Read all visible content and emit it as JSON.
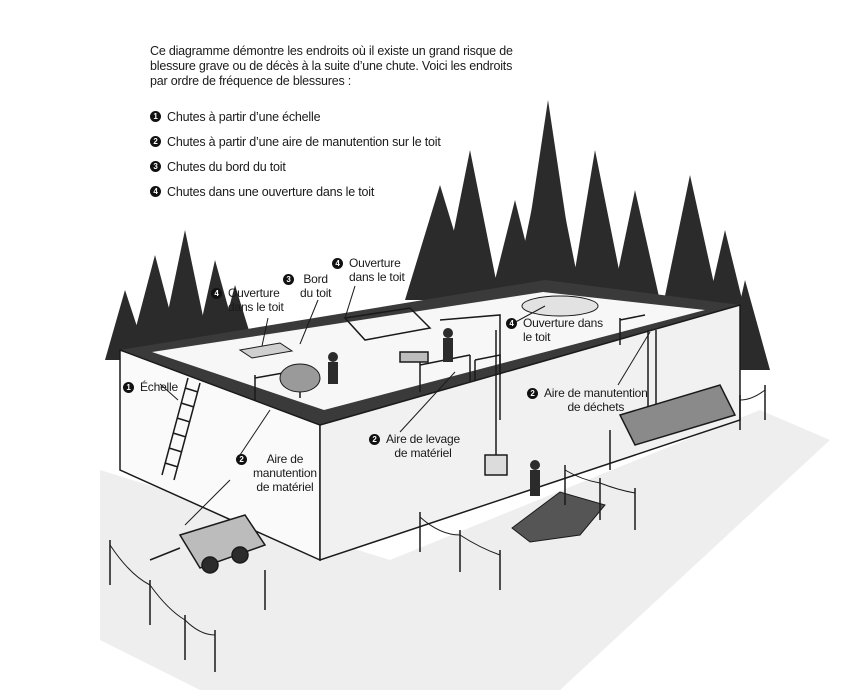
{
  "intro": "Ce diagramme démontre les endroits où il existe un grand risque de blessure grave ou de décès à la suite d’une chute. Voici les endroits par ordre de fréquence de blessures :",
  "legend": [
    {
      "num": "1",
      "label": "Chutes à partir d’une échelle"
    },
    {
      "num": "2",
      "label": "Chutes à partir d’une aire de manutention sur le toit"
    },
    {
      "num": "3",
      "label": "Chutes du bord du toit"
    },
    {
      "num": "4",
      "label": "Chutes dans une ouverture dans le toit"
    }
  ],
  "callouts": {
    "ouverture_gauche": {
      "num": "4",
      "line1": "Ouverture",
      "line2": "dans le toit"
    },
    "bord_toit": {
      "num": "3",
      "line1": "Bord",
      "line2": "du toit"
    },
    "ouverture_centre": {
      "num": "4",
      "line1": "Ouverture",
      "line2": "dans le toit"
    },
    "ouverture_droite": {
      "num": "4",
      "line1": "Ouverture dans",
      "line2": "le toit"
    },
    "echelle": {
      "num": "1",
      "line1": "Échelle"
    },
    "aire_dechets": {
      "num": "2",
      "line1": "Aire de manutention",
      "line2": "de déchets"
    },
    "aire_levage": {
      "num": "2",
      "line1": "Aire de levage",
      "line2": "de matériel"
    },
    "aire_materiel": {
      "num": "2",
      "line1": "Aire de",
      "line2": "manutention",
      "line3": "de matériel"
    }
  },
  "colors": {
    "ink": "#1a1a1a",
    "roof": "#3a3a3a",
    "wall": "#f4f4f4",
    "tree": "#2b2b2b"
  }
}
